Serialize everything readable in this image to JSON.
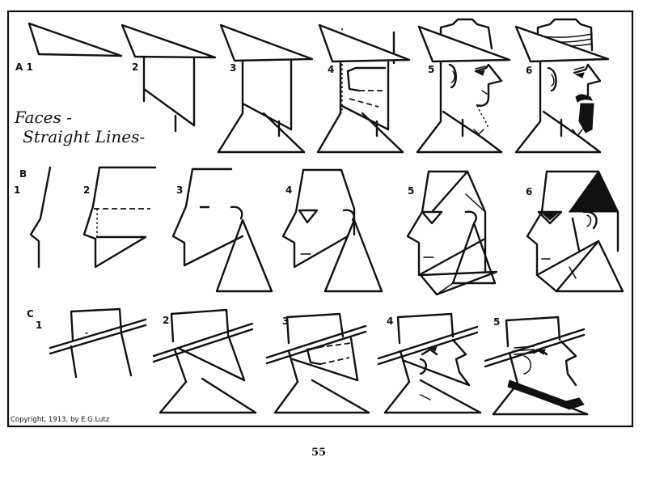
{
  "title": {
    "line1": "Faces -",
    "line2": "Straight Lines-"
  },
  "rows": [
    {
      "id": "A",
      "labels": [
        "A 1",
        "2",
        "3",
        "4",
        "5",
        "6"
      ]
    },
    {
      "id": "B",
      "labels": [
        "B",
        "1",
        "2",
        "3",
        "4",
        "5",
        "6"
      ]
    },
    {
      "id": "C",
      "labels": [
        "C",
        "1",
        "2",
        "3",
        "4",
        "5"
      ]
    }
  ],
  "copyright": "Copyright, 1913, by E.G.Lutz",
  "page_number": "55"
}
